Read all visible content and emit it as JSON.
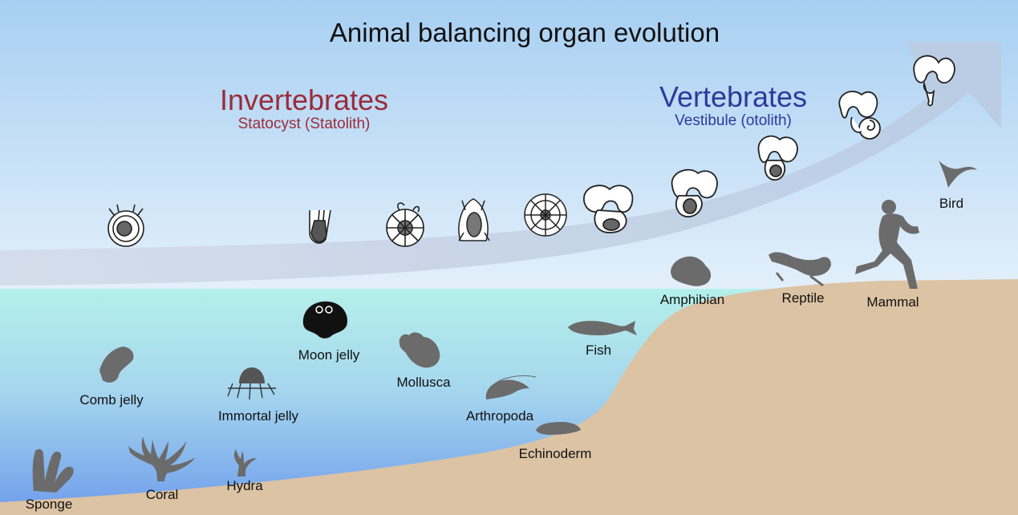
{
  "title": "Animal balancing organ evolution",
  "invertebrates": {
    "heading": "Invertebrates",
    "organ": "Statocyst (Statolith)"
  },
  "vertebrates": {
    "heading": "Vertebrates",
    "organ": "Vestibule (otolith)"
  },
  "colors": {
    "sky_top": "#a7cff2",
    "sky_bottom": "#e3f0fb",
    "water_top": "#b4f0ea",
    "water_bottom": "#7fa9ef",
    "land": "#dcc3a4",
    "silhouette": "#6b6b6b",
    "arrow": "#c5d2e3",
    "invertebrate_text": "#9b2c3a",
    "vertebrate_text": "#2c3a9b"
  },
  "animals": {
    "sponge": "Sponge",
    "coral": "Coral",
    "hydra": "Hydra",
    "comb_jelly": "Comb jelly",
    "immortal_jelly": "Immortal jelly",
    "moon_jelly": "Moon jelly",
    "mollusca": "Mollusca",
    "arthropoda": "Arthropoda",
    "echinoderm": "Echinoderm",
    "fish": "Fish",
    "amphibian": "Amphibian",
    "reptile": "Reptile",
    "mammal": "Mammal",
    "bird": "Bird"
  }
}
